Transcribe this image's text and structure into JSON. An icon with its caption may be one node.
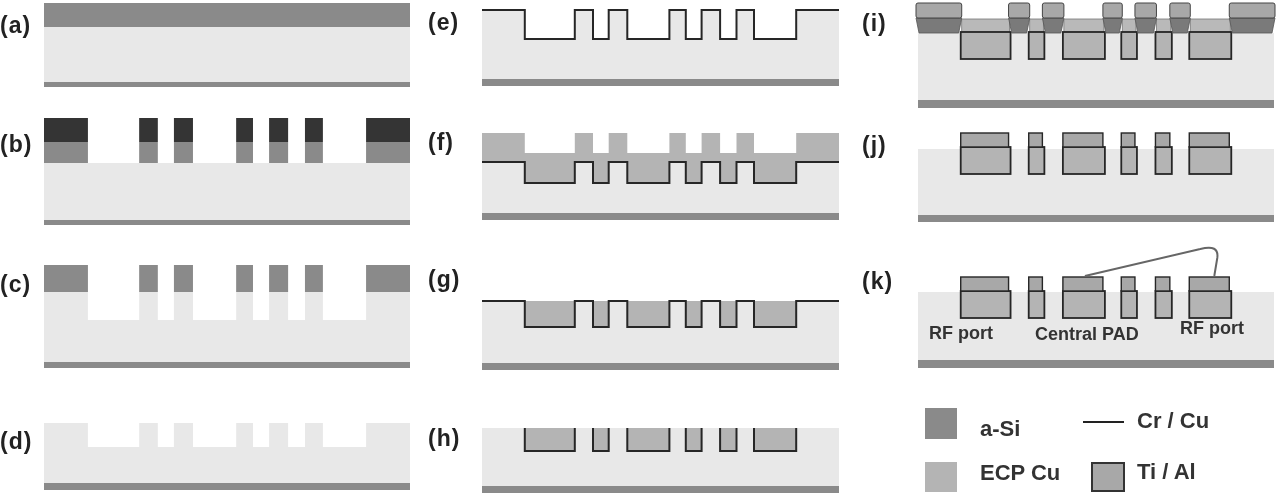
{
  "diagram": {
    "labels": [
      "(a)",
      "(e)",
      "(i)",
      "(b)",
      "(f)",
      "(j)",
      "(c)",
      "(g)",
      "(k)",
      "RF port",
      "Central PAD",
      "RF port",
      "(d)",
      "(h)"
    ],
    "legend": [
      {
        "text": "a-Si",
        "color": "#8a8a8a"
      },
      {
        "text": "Cr / Cu"
      },
      {
        "text": "ECP Cu",
        "color": "#b4b4b4"
      },
      {
        "text": "Ti / Al",
        "color": "#a8a8a8"
      }
    ]
  }
}
